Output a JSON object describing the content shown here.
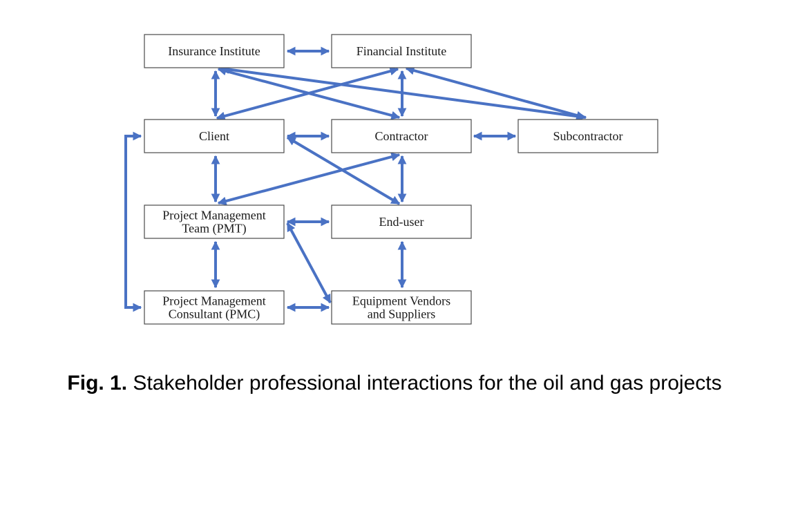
{
  "diagram": {
    "edge_color": "#4a72c4",
    "nodes": {
      "insurance": {
        "lines": [
          "Insurance Institute"
        ]
      },
      "financial": {
        "lines": [
          "Financial Institute"
        ]
      },
      "client": {
        "lines": [
          "Client"
        ]
      },
      "contractor": {
        "lines": [
          "Contractor"
        ]
      },
      "subcontractor": {
        "lines": [
          "Subcontractor"
        ]
      },
      "pmt": {
        "lines": [
          "Project Management",
          "Team (PMT)"
        ]
      },
      "enduser": {
        "lines": [
          "End-user"
        ]
      },
      "pmc": {
        "lines": [
          "Project Management",
          "Consultant (PMC)"
        ]
      },
      "vendors": {
        "lines": [
          "Equipment Vendors",
          "and Suppliers"
        ]
      }
    },
    "edges": [
      {
        "from": "insurance",
        "to": "financial",
        "bidirectional": true
      },
      {
        "from": "insurance",
        "to": "client",
        "bidirectional": true
      },
      {
        "from": "insurance",
        "to": "contractor",
        "bidirectional": true
      },
      {
        "from": "insurance",
        "to": "subcontractor",
        "bidirectional": true
      },
      {
        "from": "financial",
        "to": "client",
        "bidirectional": true
      },
      {
        "from": "financial",
        "to": "contractor",
        "bidirectional": true
      },
      {
        "from": "financial",
        "to": "subcontractor",
        "bidirectional": true
      },
      {
        "from": "client",
        "to": "contractor",
        "bidirectional": true
      },
      {
        "from": "contractor",
        "to": "subcontractor",
        "bidirectional": true
      },
      {
        "from": "client",
        "to": "pmt",
        "bidirectional": true
      },
      {
        "from": "client",
        "to": "enduser",
        "bidirectional": true
      },
      {
        "from": "contractor",
        "to": "pmt",
        "bidirectional": true
      },
      {
        "from": "contractor",
        "to": "enduser",
        "bidirectional": true
      },
      {
        "from": "pmt",
        "to": "enduser",
        "bidirectional": true
      },
      {
        "from": "pmt",
        "to": "pmc",
        "bidirectional": true
      },
      {
        "from": "pmt",
        "to": "vendors",
        "bidirectional": true
      },
      {
        "from": "enduser",
        "to": "vendors",
        "bidirectional": true
      },
      {
        "from": "pmc",
        "to": "vendors",
        "bidirectional": true
      },
      {
        "from": "client",
        "to": "pmc",
        "bidirectional": true
      }
    ]
  },
  "caption": {
    "label": "Fig. 1.",
    "text": " Stakeholder professional interactions for the oil and gas projects"
  }
}
